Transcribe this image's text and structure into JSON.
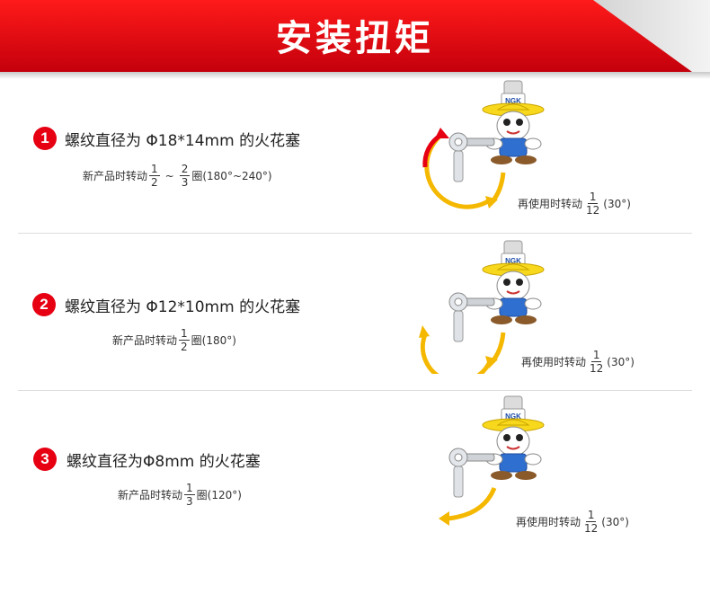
{
  "header": {
    "title": "安装扭矩"
  },
  "mascot": {
    "cap_text": "NGK"
  },
  "colors": {
    "accent_red": "#e60012",
    "arrow_yellow": "#f5b800",
    "hat_yellow": "#f8d81c",
    "divider": "#dddddd"
  },
  "sections": [
    {
      "number": "1",
      "heading": "螺纹直径为 Φ18*14mm 的火花塞",
      "new_label": "新产品时转动",
      "new_frac1": {
        "num": "1",
        "den": "2"
      },
      "tilde": "~",
      "new_frac2": {
        "num": "2",
        "den": "3"
      },
      "new_suffix": "圈(180°~240°)",
      "reuse_label": "再使用时转动",
      "reuse_frac": {
        "num": "1",
        "den": "12"
      },
      "reuse_suffix": "(30°)"
    },
    {
      "number": "2",
      "heading": "螺纹直径为 Φ12*10mm 的火花塞",
      "new_label": "新产品时转动",
      "new_frac1": {
        "num": "1",
        "den": "2"
      },
      "new_suffix": "圈(180°)",
      "reuse_label": "再使用时转动",
      "reuse_frac": {
        "num": "1",
        "den": "12"
      },
      "reuse_suffix": "(30°)"
    },
    {
      "number": "3",
      "heading": "螺纹直径为Φ8mm 的火花塞",
      "new_label": "新产品时转动",
      "new_frac1": {
        "num": "1",
        "den": "3"
      },
      "new_suffix": "圈(120°)",
      "reuse_label": "再使用时转动",
      "reuse_frac": {
        "num": "1",
        "den": "12"
      },
      "reuse_suffix": "(30°)"
    }
  ]
}
